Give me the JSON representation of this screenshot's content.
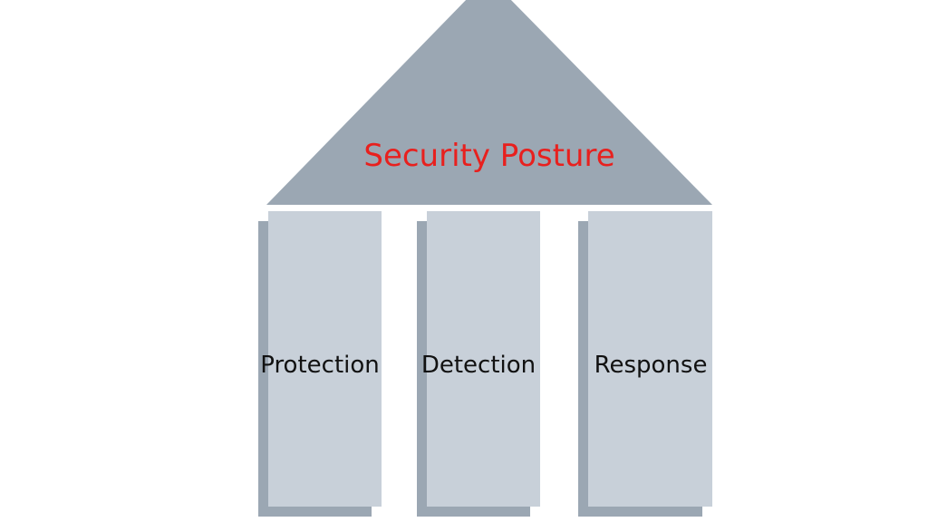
{
  "diagram": {
    "roof": {
      "title": "Security Posture",
      "color": "#9ba7b3",
      "title_color": "#e8201e"
    },
    "pillars": [
      {
        "label": "Protection"
      },
      {
        "label": "Detection"
      },
      {
        "label": "Response"
      }
    ],
    "pillar_color": "#c8d0d9",
    "pillar_shadow_color": "#9ba7b3"
  }
}
